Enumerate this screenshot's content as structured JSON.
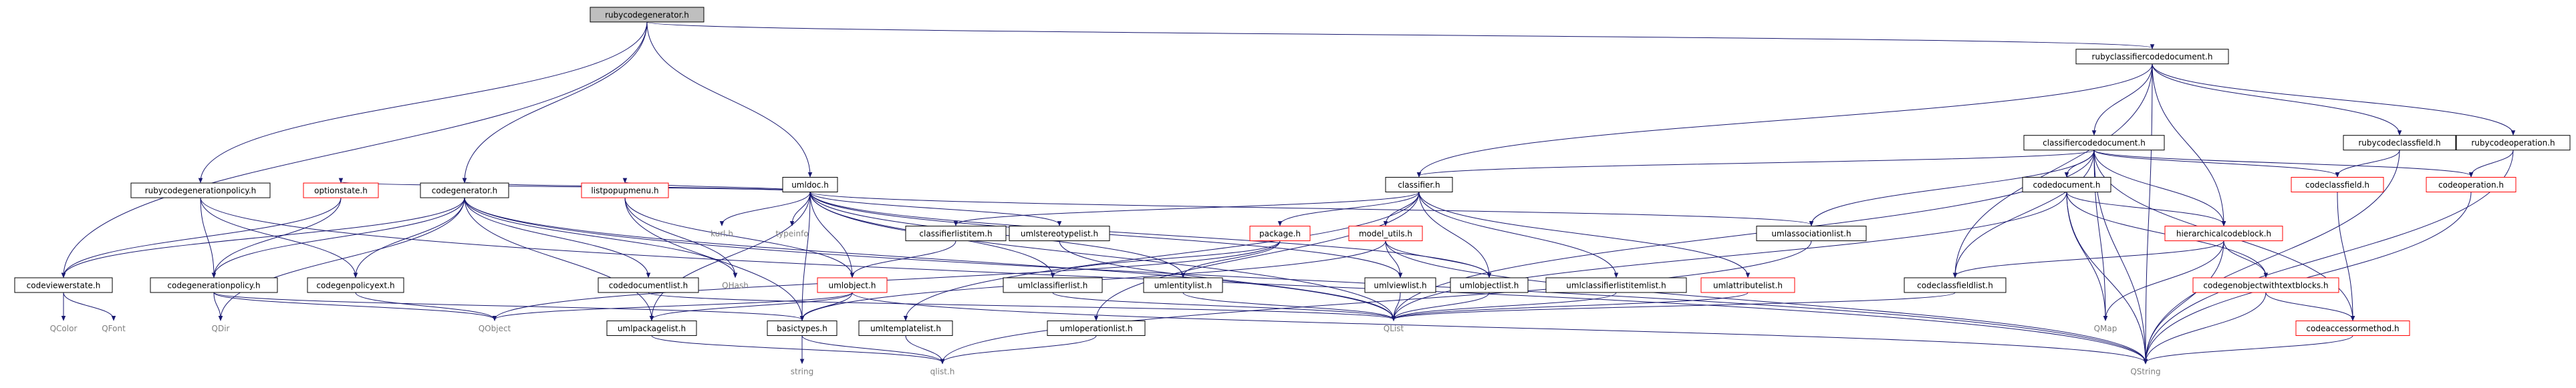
{
  "graph": {
    "nodes": [
      {
        "id": "rubycodegenerator_h",
        "label": "rubycodegenerator.h",
        "style": "root"
      },
      {
        "id": "rubyclassifiercodedocument_h",
        "label": "rubyclassifiercodedocument.h",
        "style": "normal"
      },
      {
        "id": "classifiercodedocument_h",
        "label": "classifiercodedocument.h",
        "style": "normal"
      },
      {
        "id": "rubycodeclassfield_h",
        "label": "rubycodeclassfield.h",
        "style": "normal"
      },
      {
        "id": "rubycodeoperation_h",
        "label": "rubycodeoperation.h",
        "style": "normal"
      },
      {
        "id": "umldoc_h",
        "label": "umldoc.h",
        "style": "normal"
      },
      {
        "id": "classifier_h",
        "label": "classifier.h",
        "style": "normal"
      },
      {
        "id": "codedocument_h",
        "label": "codedocument.h",
        "style": "normal"
      },
      {
        "id": "codeclassfield_h",
        "label": "codeclassfield.h",
        "style": "red"
      },
      {
        "id": "codeoperation_h",
        "label": "codeoperation.h",
        "style": "red"
      },
      {
        "id": "rubycodegenerationpolicy_h",
        "label": "rubycodegenerationpolicy.h",
        "style": "normal"
      },
      {
        "id": "optionstate_h",
        "label": "optionstate.h",
        "style": "red"
      },
      {
        "id": "codegenerator_h",
        "label": "codegenerator.h",
        "style": "normal"
      },
      {
        "id": "listpopupmenu_h",
        "label": "listpopupmenu.h",
        "style": "red"
      },
      {
        "id": "kurl_h",
        "label": "kurl.h",
        "style": "plain"
      },
      {
        "id": "typeinfo",
        "label": "typeinfo",
        "style": "plain"
      },
      {
        "id": "classifierlistitem_h",
        "label": "classifierlistitem.h",
        "style": "normal"
      },
      {
        "id": "umlstereotypelist_h",
        "label": "umlstereotypelist.h",
        "style": "normal"
      },
      {
        "id": "package_h",
        "label": "package.h",
        "style": "red"
      },
      {
        "id": "model_utils_h",
        "label": "model_utils.h",
        "style": "red"
      },
      {
        "id": "umlassociationlist_h",
        "label": "umlassociationlist.h",
        "style": "normal"
      },
      {
        "id": "hierarchicalcodeblock_h",
        "label": "hierarchicalcodeblock.h",
        "style": "red"
      },
      {
        "id": "codeviewerstate_h",
        "label": "codeviewerstate.h",
        "style": "normal"
      },
      {
        "id": "codegenerationpolicy_h",
        "label": "codegenerationpolicy.h",
        "style": "normal"
      },
      {
        "id": "codegenpolicyext_h",
        "label": "codegenpolicyext.h",
        "style": "normal"
      },
      {
        "id": "codedocumentlist_h",
        "label": "codedocumentlist.h",
        "style": "normal"
      },
      {
        "id": "QHash",
        "label": "QHash",
        "style": "plain"
      },
      {
        "id": "umlobject_h",
        "label": "umlobject.h",
        "style": "red"
      },
      {
        "id": "umlclassifierlist_h",
        "label": "umlclassifierlist.h",
        "style": "normal"
      },
      {
        "id": "umlentitylist_h",
        "label": "umlentitylist.h",
        "style": "normal"
      },
      {
        "id": "umlviewlist_h",
        "label": "umlviewlist.h",
        "style": "normal"
      },
      {
        "id": "umlobjectlist_h",
        "label": "umlobjectlist.h",
        "style": "normal"
      },
      {
        "id": "umlclassifierlistitemlist_h",
        "label": "umlclassifierlistitemlist.h",
        "style": "normal"
      },
      {
        "id": "umlattributelist_h",
        "label": "umlattributelist.h",
        "style": "red"
      },
      {
        "id": "codeclassfieldlist_h",
        "label": "codeclassfieldlist.h",
        "style": "normal"
      },
      {
        "id": "codegenobjectwithtextblocks_h",
        "label": "codegenobjectwithtextblocks.h",
        "style": "red"
      },
      {
        "id": "QColor",
        "label": "QColor",
        "style": "plain"
      },
      {
        "id": "QFont",
        "label": "QFont",
        "style": "plain"
      },
      {
        "id": "QDir",
        "label": "QDir",
        "style": "plain"
      },
      {
        "id": "QObject",
        "label": "QObject",
        "style": "plain"
      },
      {
        "id": "umlpackagelist_h",
        "label": "umlpackagelist.h",
        "style": "normal"
      },
      {
        "id": "basictypes_h",
        "label": "basictypes.h",
        "style": "normal"
      },
      {
        "id": "umltemplatelist_h",
        "label": "umltemplatelist.h",
        "style": "normal"
      },
      {
        "id": "QList",
        "label": "QList",
        "style": "plain"
      },
      {
        "id": "umloperationlist_h",
        "label": "umloperationlist.h",
        "style": "normal"
      },
      {
        "id": "QMap",
        "label": "QMap",
        "style": "plain"
      },
      {
        "id": "codeaccessormethod_h",
        "label": "codeaccessormethod.h",
        "style": "red"
      },
      {
        "id": "string",
        "label": "string",
        "style": "plain"
      },
      {
        "id": "qlist_h",
        "label": "qlist.h",
        "style": "plain"
      },
      {
        "id": "QString",
        "label": "QString",
        "style": "plain"
      }
    ],
    "edges": [
      [
        "rubycodegenerator_h",
        "rubyclassifiercodedocument_h"
      ],
      [
        "rubycodegenerator_h",
        "umldoc_h"
      ],
      [
        "rubycodegenerator_h",
        "rubycodegenerationpolicy_h"
      ],
      [
        "rubycodegenerator_h",
        "codegenerator_h"
      ],
      [
        "rubycodegenerator_h",
        "codeviewerstate_h"
      ],
      [
        "rubyclassifiercodedocument_h",
        "classifiercodedocument_h"
      ],
      [
        "rubyclassifiercodedocument_h",
        "rubycodeclassfield_h"
      ],
      [
        "rubyclassifiercodedocument_h",
        "rubycodeoperation_h"
      ],
      [
        "rubyclassifiercodedocument_h",
        "classifier_h"
      ],
      [
        "rubyclassifiercodedocument_h",
        "hierarchicalcodeblock_h"
      ],
      [
        "rubyclassifiercodedocument_h",
        "codeclassfieldlist_h"
      ],
      [
        "rubyclassifiercodedocument_h",
        "QString"
      ],
      [
        "classifiercodedocument_h",
        "classifier_h"
      ],
      [
        "classifiercodedocument_h",
        "codedocument_h"
      ],
      [
        "classifiercodedocument_h",
        "codeclassfield_h"
      ],
      [
        "classifiercodedocument_h",
        "codeoperation_h"
      ],
      [
        "classifiercodedocument_h",
        "umlassociationlist_h"
      ],
      [
        "classifiercodedocument_h",
        "hierarchicalcodeblock_h"
      ],
      [
        "classifiercodedocument_h",
        "codeclassfieldlist_h"
      ],
      [
        "classifiercodedocument_h",
        "codeaccessormethod_h"
      ],
      [
        "classifiercodedocument_h",
        "QMap"
      ],
      [
        "classifiercodedocument_h",
        "QList"
      ],
      [
        "classifiercodedocument_h",
        "QString"
      ],
      [
        "rubycodeclassfield_h",
        "codeclassfield_h"
      ],
      [
        "rubycodeclassfield_h",
        "QString"
      ],
      [
        "rubycodeoperation_h",
        "codeoperation_h"
      ],
      [
        "rubycodeoperation_h",
        "QString"
      ],
      [
        "umldoc_h",
        "optionstate_h"
      ],
      [
        "umldoc_h",
        "codegenerator_h"
      ],
      [
        "umldoc_h",
        "listpopupmenu_h"
      ],
      [
        "umldoc_h",
        "kurl_h"
      ],
      [
        "umldoc_h",
        "typeinfo"
      ],
      [
        "umldoc_h",
        "umlstereotypelist_h"
      ],
      [
        "umldoc_h",
        "umlassociationlist_h"
      ],
      [
        "umldoc_h",
        "umlobject_h"
      ],
      [
        "umldoc_h",
        "umlclassifierlist_h"
      ],
      [
        "umldoc_h",
        "umlentitylist_h"
      ],
      [
        "umldoc_h",
        "umlviewlist_h"
      ],
      [
        "umldoc_h",
        "umlobjectlist_h"
      ],
      [
        "umldoc_h",
        "umlpackagelist_h"
      ],
      [
        "umldoc_h",
        "basictypes_h"
      ],
      [
        "umldoc_h",
        "QList"
      ],
      [
        "classifier_h",
        "classifierlistitem_h"
      ],
      [
        "classifier_h",
        "package_h"
      ],
      [
        "classifier_h",
        "model_utils_h"
      ],
      [
        "classifier_h",
        "umlclassifierlistitemlist_h"
      ],
      [
        "classifier_h",
        "umlattributelist_h"
      ],
      [
        "classifier_h",
        "umltemplatelist_h"
      ],
      [
        "classifier_h",
        "umloperationlist_h"
      ],
      [
        "classifier_h",
        "umlobjectlist_h"
      ],
      [
        "codedocument_h",
        "hierarchicalcodeblock_h"
      ],
      [
        "codedocument_h",
        "codegenobjectwithtextblocks_h"
      ],
      [
        "codedocument_h",
        "QMap"
      ],
      [
        "codedocument_h",
        "QList"
      ],
      [
        "codedocument_h",
        "QString"
      ],
      [
        "codeclassfield_h",
        "codeaccessormethod_h"
      ],
      [
        "codeoperation_h",
        "QString"
      ],
      [
        "rubycodegenerationpolicy_h",
        "codegenerationpolicy_h"
      ],
      [
        "rubycodegenerationpolicy_h",
        "codegenpolicyext_h"
      ],
      [
        "rubycodegenerationpolicy_h",
        "QString"
      ],
      [
        "optionstate_h",
        "codeviewerstate_h"
      ],
      [
        "optionstate_h",
        "codegenerationpolicy_h"
      ],
      [
        "codegenerator_h",
        "codeviewerstate_h"
      ],
      [
        "codegenerator_h",
        "codegenerationpolicy_h"
      ],
      [
        "codegenerator_h",
        "codegenpolicyext_h"
      ],
      [
        "codegenerator_h",
        "codedocumentlist_h"
      ],
      [
        "codegenerator_h",
        "QHash"
      ],
      [
        "codegenerator_h",
        "umlpackagelist_h"
      ],
      [
        "codegenerator_h",
        "QDir"
      ],
      [
        "codegenerator_h",
        "QList"
      ],
      [
        "codegenerator_h",
        "QString"
      ],
      [
        "listpopupmenu_h",
        "umlobject_h"
      ],
      [
        "listpopupmenu_h",
        "QHash"
      ],
      [
        "listpopupmenu_h",
        "basictypes_h"
      ],
      [
        "classifierlistitem_h",
        "umlobject_h"
      ],
      [
        "umlstereotypelist_h",
        "QList"
      ],
      [
        "package_h",
        "umlentitylist_h"
      ],
      [
        "package_h",
        "umlclassifierlist_h"
      ],
      [
        "package_h",
        "QObject"
      ],
      [
        "model_utils_h",
        "umlviewlist_h"
      ],
      [
        "model_utils_h",
        "umlobjectlist_h"
      ],
      [
        "model_utils_h",
        "basictypes_h"
      ],
      [
        "model_utils_h",
        "QString"
      ],
      [
        "umlassociationlist_h",
        "qlist_h"
      ],
      [
        "hierarchicalcodeblock_h",
        "codeclassfieldlist_h"
      ],
      [
        "hierarchicalcodeblock_h",
        "codegenobjectwithtextblocks_h"
      ],
      [
        "hierarchicalcodeblock_h",
        "QMap"
      ],
      [
        "hierarchicalcodeblock_h",
        "QString"
      ],
      [
        "codeviewerstate_h",
        "QColor"
      ],
      [
        "codeviewerstate_h",
        "QFont"
      ],
      [
        "codegenerationpolicy_h",
        "QDir"
      ],
      [
        "codegenerationpolicy_h",
        "QObject"
      ],
      [
        "codegenerationpolicy_h",
        "basictypes_h"
      ],
      [
        "codegenpolicyext_h",
        "QObject"
      ],
      [
        "codedocumentlist_h",
        "QList"
      ],
      [
        "umlobject_h",
        "QObject"
      ],
      [
        "umlobject_h",
        "umlpackagelist_h"
      ],
      [
        "umlobject_h",
        "basictypes_h"
      ],
      [
        "umlobject_h",
        "QString"
      ],
      [
        "umlclassifierlist_h",
        "QList"
      ],
      [
        "umlentitylist_h",
        "QList"
      ],
      [
        "umlviewlist_h",
        "QList"
      ],
      [
        "umlobjectlist_h",
        "QList"
      ],
      [
        "umlclassifierlistitemlist_h",
        "QList"
      ],
      [
        "umlattributelist_h",
        "QList"
      ],
      [
        "codeclassfieldlist_h",
        "QList"
      ],
      [
        "codegenobjectwithtextblocks_h",
        "codeaccessormethod_h"
      ],
      [
        "codegenobjectwithtextblocks_h",
        "QString"
      ],
      [
        "umlpackagelist_h",
        "qlist_h"
      ],
      [
        "basictypes_h",
        "string"
      ],
      [
        "basictypes_h",
        "qlist_h"
      ],
      [
        "umltemplatelist_h",
        "qlist_h"
      ],
      [
        "umloperationlist_h",
        "qlist_h"
      ],
      [
        "codeaccessormethod_h",
        "QString"
      ]
    ]
  }
}
